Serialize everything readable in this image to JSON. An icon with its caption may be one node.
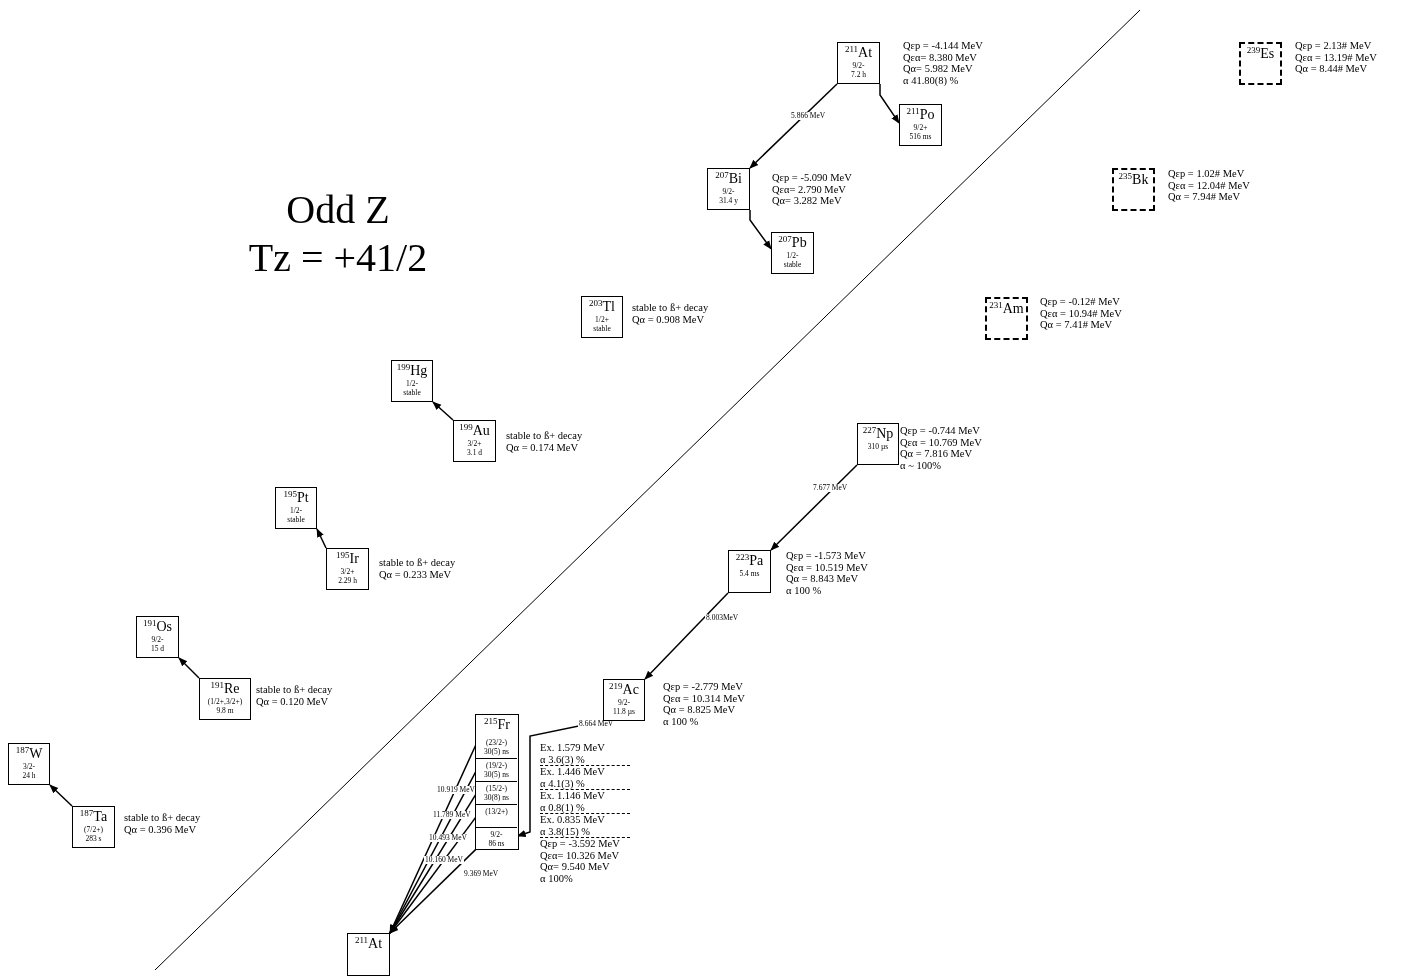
{
  "diagram": {
    "title": "Odd Z",
    "nodes": [
      {
        "text": [
          "$^{211}$At",
          "9/2-",
          "7.2 h"
        ],
        "beside": [
          "Qεp = -4.144 MeV",
          "Qεα= 8.380 MeV",
          "Qα= 5.982 MeV",
          "α 41.80(8) %"
        ]
      },
      {
        "text": [
          "$^{211}$Po",
          "9/2+",
          "516 ms"
        ]
      },
      {
        "text": [
          "$^{207}$Bi",
          "9/2-",
          "31.4 y"
        ],
        "beside": [
          "Qεp = -5.090 MeV",
          "Qεα= 2.790 MeV",
          "Qα= 3.282 MeV"
        ]
      },
      {
        "text": [
          "$^{207}$Pb",
          "1/2-",
          "stable"
        ]
      },
      {
        "text": [
          "$^{203}$Tl",
          "1/2+",
          "stable"
        ],
        "beside": [
          "stable to ß+ decay",
          "Qα = 0.908 MeV"
        ]
      },
      {
        "text": [
          "$^{199}$Hg",
          "1/2-",
          "stable"
        ]
      },
      {
        "text": [
          "$^{199}$Au",
          "3/2+",
          "3.1 d"
        ],
        "beside": [
          "stable to ß+ decay",
          "Qα = 0.174 MeV"
        ]
      },
      {
        "text": [
          "$^{195}$Pt",
          "1/2-",
          "stable"
        ]
      },
      {
        "text": [
          "$^{195}$Ir",
          "3/2+",
          "2.29 h"
        ],
        "beside": [
          "stable to ß+ decay",
          "Qα = 0.233 MeV"
        ]
      },
      {
        "text": [
          "$^{191}$Os",
          "9/2-",
          "15 d"
        ]
      },
      {
        "text": [
          "$^{191}$Re",
          "(1/2+,3/2+)",
          "9.8 m"
        ],
        "beside": [
          "stable to ß+ decay",
          "Qα = 0.120 MeV"
        ]
      },
      {
        "text": [
          "$^{187}$W",
          "3/2-",
          "24 h"
        ]
      },
      {
        "text": [
          "$^{187}$Ta",
          "(7/2+)",
          "283 s"
        ],
        "beside": [
          "stable to ß+ decay",
          "Qα = 0.396 MeV"
        ]
      },
      {
        "text": [
          "$^{227}$Np",
          "310 µs"
        ],
        "beside": [
          "Qεp = -0.744 MeV",
          "Qεα = 10.769 MeV",
          "Qα = 7.816 MeV",
          "α ~ 100%"
        ]
      },
      {
        "text": [
          "$^{223}$Pa",
          "5.4 ms"
        ],
        "beside": [
          "Qεp = -1.573 MeV",
          "Qεα = 10.519 MeV",
          "Qα = 8.843 MeV",
          "α 100 %"
        ]
      },
      {
        "text": [
          "$^{219}$Ac",
          "9/2-",
          "11.8 µs"
        ],
        "beside": [
          "Qεp = -2.779 MeV",
          "Qεα = 10.314 MeV",
          "Qα = 8.825 MeV",
          "α 100 %"
        ]
      },
      {
        "text": [
          "$^{215}$Fr"
        ],
        "beside": [
          "Ex. 1.579 MeV",
          "α 3.6(3) %",
          "Ex. 1.446 MeV",
          "α 4.1(3) %",
          "Ex. 1.146 MeV",
          "α 0.8(1) %",
          "Ex. 0.835 MeV",
          "α 3.8(15) %",
          "Qεp = -3.592 MeV",
          "Qεα= 10.326 MeV",
          "Qα= 9.540 MeV",
          "α 100%"
        ]
      },
      {
        "text": [
          "(23/2-)",
          "30(5) ns"
        ],
        "in": 16
      },
      {
        "text": [
          "(19/2-)",
          "30(5) ns"
        ],
        "in": 16
      },
      {
        "text": [
          "(15/2-)",
          "30(8) ns"
        ],
        "in": 16
      },
      {
        "text": [
          "(13/2+)"
        ],
        "in": 16
      },
      {
        "text": [
          "9/2-",
          "86 ns"
        ],
        "in": 16
      },
      {
        "text": [
          "$^{211}$At"
        ]
      },
      {
        "text": [
          "$^{239}$Es"
        ],
        "beside": [
          "Qεp = 2.13# MeV",
          "Qεα = 13.19# MeV",
          "Qα = 8.44# MeV"
        ]
      },
      {
        "text": [
          "$^{235}$Bk"
        ],
        "beside": [
          "Qεp = 1.02# MeV",
          "Qεα = 12.04# MeV",
          "Qα = 7.94# MeV"
        ]
      },
      {
        "text": [
          "$^{231}$Am"
        ],
        "beside": [
          "Qεp = -0.12# MeV",
          "Qεα = 10.94# MeV",
          "Qα = 7.41# MeV"
        ]
      }
    ],
    "edges": [
      {
        "from": 0,
        "to": 2,
        "arrow": "to",
        "label": "5.866 MeV"
      },
      {
        "from": 0,
        "to": 1,
        "arrow": "to"
      },
      {
        "from": 2,
        "to": 3,
        "arrow": "to"
      },
      {
        "from": 6,
        "to": 5,
        "arrow": "to"
      },
      {
        "from": 8,
        "to": 7,
        "arrow": "to"
      },
      {
        "from": 10,
        "to": 9,
        "arrow": "to"
      },
      {
        "from": 12,
        "to": 11,
        "arrow": "to"
      },
      {
        "from": 13,
        "to": 14,
        "arrow": "to",
        "label": "7.677 MeV"
      },
      {
        "from": 14,
        "to": 15,
        "arrow": "to",
        "label": "8.003MeV"
      },
      {
        "from": 15,
        "to": 21,
        "arrow": "to",
        "label": "8.664 MeV"
      },
      {
        "from": 17,
        "to": 22,
        "arrow": "to",
        "label": "10.919 MeV"
      },
      {
        "from": 18,
        "to": 22,
        "arrow": "to",
        "label": "11.789 MeV"
      },
      {
        "from": 19,
        "to": 22,
        "arrow": "to",
        "label": "10.493 MeV"
      },
      {
        "from": 20,
        "to": 22,
        "arrow": "to",
        "label": "10.160 MeV"
      },
      {
        "from": 21,
        "to": 22,
        "arrow": "to",
        "label": "9.369 MeV"
      }
    ],
    "labels": [
      "Tz = +41/2"
    ]
  }
}
